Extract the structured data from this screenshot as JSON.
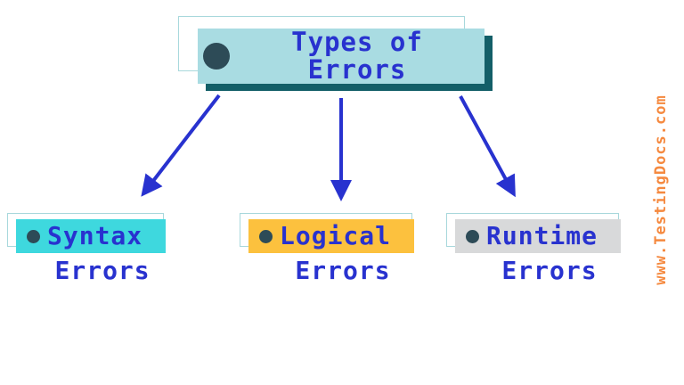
{
  "root": {
    "line1": "Types of",
    "line2": "Errors"
  },
  "children": [
    {
      "word": "Syntax",
      "second_word": "Errors",
      "highlight_color": "#3ed8de"
    },
    {
      "word": "Logical",
      "second_word": "Errors",
      "highlight_color": "#fcc13e"
    },
    {
      "word": "Runtime",
      "second_word": "Errors",
      "highlight_color": "#d8d9da"
    }
  ],
  "watermark": "www.TestingDocs.com",
  "colors": {
    "text_blue": "#2832cf",
    "arrow_blue": "#2832cf",
    "root_fill": "#a9dce2",
    "root_shadow": "#135f68",
    "bullet": "#2d4b57",
    "watermark_orange": "#f5893f",
    "ghost_outline": "#a8d8dc"
  }
}
